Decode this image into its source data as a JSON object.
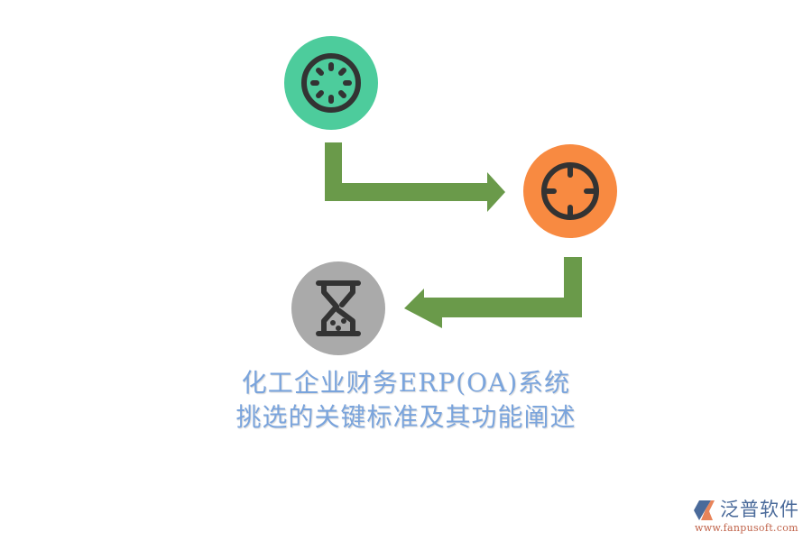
{
  "diagram": {
    "steps": [
      {
        "icon": "loading-spinner-icon",
        "color": "#4dcc9c"
      },
      {
        "icon": "crosshair-target-icon",
        "color": "#f88a41"
      },
      {
        "icon": "hourglass-icon",
        "color": "#aaaaaa"
      }
    ],
    "arrow_color": "#6a9a4a",
    "icon_stroke_color": "#333333"
  },
  "title": {
    "line1": "化工企业财务ERP(OA)系统",
    "line2": "挑选的关键标准及其功能阐述",
    "color": "#7aa4dc"
  },
  "logo": {
    "brand": "泛普软件",
    "url": "www.fanpusoft.com",
    "brand_color": "#4a6a9a",
    "url_color": "#c0634a"
  }
}
